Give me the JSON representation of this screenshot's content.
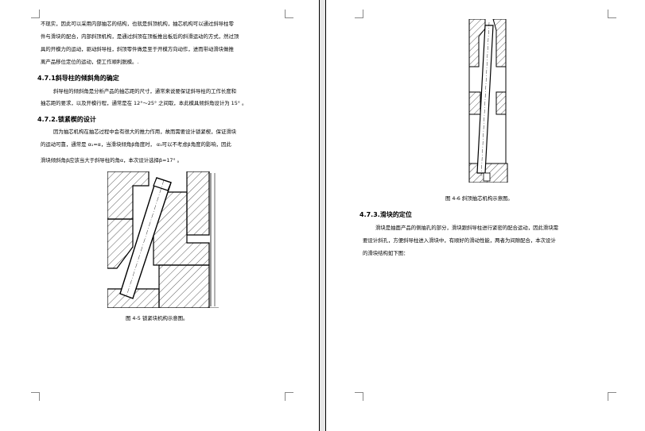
{
  "left_page": {
    "paragraph_1": [
      "不现实，因此可以采用内部抽芯的结构，也就是斜顶机构，抽芯机构可以通过斜导柱零",
      "件与滑块的配合，内部斜顶机构，是通过斜顶在顶板推出板后的斜滑运动的方式，然过顶",
      "具的开模力的运动，驱动斜导柱，斜顶零件做是至于开模方向动作，进而带动滑块做推",
      "离产品移位定位的运动，使工作顺利脱模。."
    ],
    "heading_1": "4.7.1斜导柱的倾斜角的确定",
    "paragraph_2": [
      "斜导柱的倾斜角是分析产品的抽芯距的尺寸，通常来说要保证斜导柱的工作长度和",
      "抽芯距的要求，以及开模行程，通常是在 12°～25° 之间取，本此模具倾斜角设计为 15°  。"
    ],
    "heading_2": "4.7.2.锁紧楔的设计",
    "paragraph_3": [
      "因为抽芯机构在抽芯过程中会有很大的推力作用，故而需要设计锁紧楔，保证滑块",
      "的运动可靠，通常是 α₁=α，当滑块倾角β角度时，  α₁可以不考虑β角度的影响，因此",
      "滑块倾斜角β应该当大于斜导柱的角α，本次设计选择β=17°  。"
    ],
    "figure_caption": "图 4-5   锁紧块机构示意图。"
  },
  "right_page": {
    "figure_caption": "图 4-6   斜顶抽芯机构示意图。",
    "heading_1": "4.7.3.滑块的定位",
    "paragraph_1": [
      "滑块是抽面产品的侧抽孔的部分，滑块跟斜导柱进行紧密的配合运动，因此滑块需",
      "要设计斜孔，方便斜导柱进入滑块中，有顺好的滑动性能，两者为间隙配合，本次设计",
      "的滑块结构如下图："
    ]
  }
}
